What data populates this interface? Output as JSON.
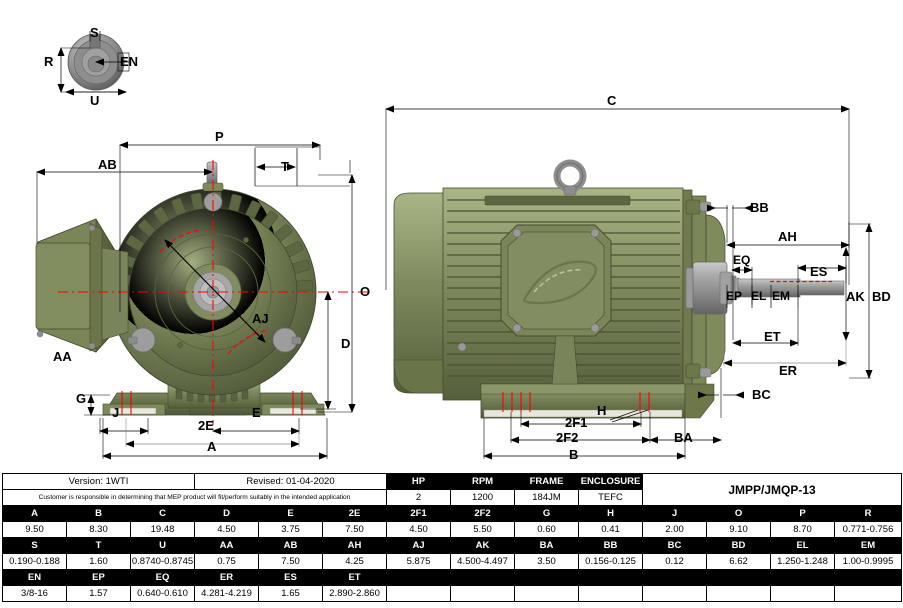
{
  "document": {
    "title": "JMPP/JMQP-13 Motor Dimension Drawing",
    "model": "JMPP/JMQP-13"
  },
  "drawing": {
    "shaft_detail_labels": [
      "S",
      "R",
      "EN",
      "U"
    ],
    "front_view_labels": [
      "P",
      "AB",
      "T",
      "O",
      "D",
      "AJ",
      "AA",
      "G",
      "J",
      "E",
      "2E",
      "A"
    ],
    "side_view_labels": [
      "C",
      "BB",
      "AH",
      "EQ",
      "ES",
      "EP",
      "EL",
      "EM",
      "AK",
      "BD",
      "ET",
      "ER",
      "BC",
      "H",
      "2F1",
      "2F2",
      "BA",
      "B"
    ],
    "labels": {
      "S": "S",
      "R": "R",
      "EN_detail": "EN",
      "U": "U",
      "P": "P",
      "AB": "AB",
      "T": "T",
      "O": "O",
      "D": "D",
      "AJ": "AJ",
      "AA": "AA",
      "G": "G",
      "J": "J",
      "E": "E",
      "twoE": "2E",
      "A": "A",
      "C": "C",
      "BB": "BB",
      "AH": "AH",
      "EQ": "EQ",
      "ES": "ES",
      "EP": "EP",
      "EL": "EL",
      "EM": "EM",
      "AK": "AK",
      "BD": "BD",
      "ET": "ET",
      "ER": "ER",
      "BC": "BC",
      "H": "H",
      "twoF1": "2F1",
      "twoF2": "2F2",
      "BA": "BA",
      "B": "B"
    },
    "colors": {
      "body_green": "#6d7a4e",
      "body_green_light": "#8a9566",
      "body_green_dark": "#4e5838",
      "metal_gray": "#9a9a9a",
      "metal_gray_dark": "#6f6f6f",
      "centerline_red": "#ff0000",
      "dimension_black": "#000000"
    }
  },
  "table": {
    "version_label": "Version: 1WTI",
    "revised_label": "Revised: 01-04-2020",
    "disclaimer": "Customer is responsible in determining that MEP product will fit/perform suitably in the intended application",
    "model_name": "JMPP/JMQP-13",
    "motor_spec_headers": [
      "HP",
      "RPM",
      "FRAME",
      "ENCLOSURE"
    ],
    "motor_spec_values": [
      "2",
      "1200",
      "184JM",
      "TEFC"
    ],
    "rows": [
      {
        "headers": [
          "A",
          "B",
          "C",
          "D",
          "E",
          "2E",
          "2F1",
          "2F2",
          "G",
          "H",
          "J",
          "O",
          "P",
          "R"
        ],
        "values": [
          "9.50",
          "8.30",
          "19.48",
          "4.50",
          "3.75",
          "7.50",
          "4.50",
          "5.50",
          "0.60",
          "0.41",
          "2.00",
          "9.10",
          "8.70",
          "0.771-0.756"
        ]
      },
      {
        "headers": [
          "S",
          "T",
          "U",
          "AA",
          "AB",
          "AH",
          "AJ",
          "AK",
          "BA",
          "BB",
          "BC",
          "BD",
          "EL",
          "EM"
        ],
        "values": [
          "0.190-0.188",
          "1.60",
          "0.8740-0.8745",
          "0.75",
          "7.50",
          "4.25",
          "5.875",
          "4.500-4.497",
          "3.50",
          "0.156-0.125",
          "0.12",
          "6.62",
          "1.250-1.248",
          "1.00-0.9995"
        ]
      },
      {
        "headers": [
          "EN",
          "EP",
          "EQ",
          "ER",
          "ES",
          "ET",
          "",
          "",
          "",
          "",
          "",
          "",
          "",
          ""
        ],
        "values": [
          "3/8-16",
          "1.57",
          "0.640-0.610",
          "4.281-4.219",
          "1.65",
          "2.890-2.860",
          "",
          "",
          "",
          "",
          "",
          "",
          "",
          ""
        ]
      }
    ]
  }
}
